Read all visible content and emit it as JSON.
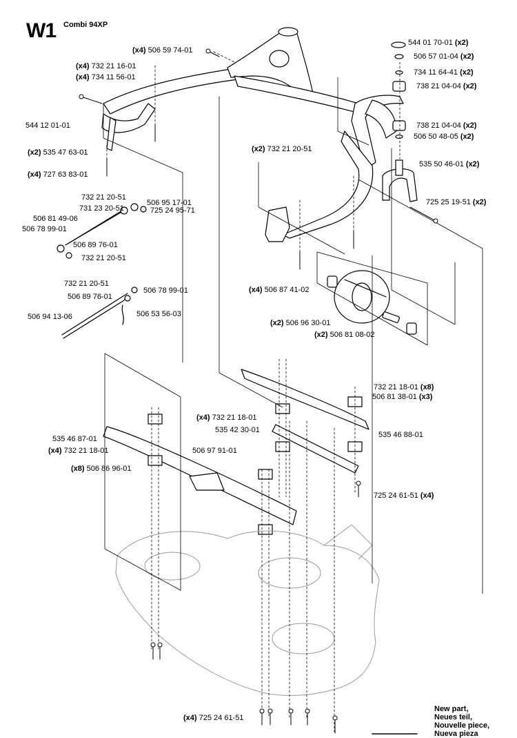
{
  "header": {
    "page_id": "W1",
    "model": "Combi 94XP"
  },
  "legend": {
    "lines": [
      "New part,",
      "Neues teil,",
      "Nouvelle piece,",
      "Nueva pieza"
    ]
  },
  "callouts": [
    {
      "qty": "(x4)",
      "part": "506 59 74-01"
    },
    {
      "qty": "(x4)",
      "part": "732 21 16-01"
    },
    {
      "qty": "(x4)",
      "part": "734 11 56-01"
    },
    {
      "qty": "",
      "part": "544 12 01-01"
    },
    {
      "qty": "(x2)",
      "part": "535 47 63-01"
    },
    {
      "qty": "(x4)",
      "part": "727 63 83-01"
    },
    {
      "qty": "",
      "part": "732 21 20-51"
    },
    {
      "qty": "",
      "part": "506 95 17-01"
    },
    {
      "qty": "",
      "part": "731 23 20-51"
    },
    {
      "qty": "",
      "part": "725 24 95-71"
    },
    {
      "qty": "",
      "part": "506 81 49-06"
    },
    {
      "qty": "",
      "part": "506 78 99-01"
    },
    {
      "qty": "",
      "part": "506 89 76-01"
    },
    {
      "qty": "",
      "part": "732 21 20-51"
    },
    {
      "qty": "",
      "part": "732 21 20-51"
    },
    {
      "qty": "",
      "part": "506 78 99-01"
    },
    {
      "qty": "",
      "part": "506 89 76-01"
    },
    {
      "qty": "",
      "part": "506 94 13-06"
    },
    {
      "qty": "",
      "part": "506 53 56-03"
    },
    {
      "qty": "(x2)",
      "part": "544 01 70-01"
    },
    {
      "qty": "(x2)",
      "part": "506 57 01-04"
    },
    {
      "qty": "(x2)",
      "part": "734 11 64-41"
    },
    {
      "qty": "(x2)",
      "part": "738 21 04-04"
    },
    {
      "qty": "(x2)",
      "part": "738 21 04-04"
    },
    {
      "qty": "(x2)",
      "part": "506 50 48-05"
    },
    {
      "qty": "(x2)",
      "part": "732 21 20-51"
    },
    {
      "qty": "(x2)",
      "part": "535 50 46-01"
    },
    {
      "qty": "(x2)",
      "part": "725 25 19-51"
    },
    {
      "qty": "(x4)",
      "part": "506 87 41-02"
    },
    {
      "qty": "(x2)",
      "part": "506 96 30-01"
    },
    {
      "qty": "(x2)",
      "part": "506 81 08-02"
    },
    {
      "qty": "(x8)",
      "part": "732 21 18-01"
    },
    {
      "qty": "(x3)",
      "part": "506 81 38-01"
    },
    {
      "qty": "(x4)",
      "part": "732 21 18-01"
    },
    {
      "qty": "",
      "part": "535 42 30-01"
    },
    {
      "qty": "",
      "part": "535 46 88-01"
    },
    {
      "qty": "",
      "part": "535 46 87-01"
    },
    {
      "qty": "(x4)",
      "part": "732 21 18-01"
    },
    {
      "qty": "",
      "part": "506 97 91-01"
    },
    {
      "qty": "(x8)",
      "part": "506 86 96-01"
    },
    {
      "qty": "(x4)",
      "part": "725 24 61-51"
    },
    {
      "qty": "(x4)",
      "part": "725 24 61-51"
    }
  ]
}
